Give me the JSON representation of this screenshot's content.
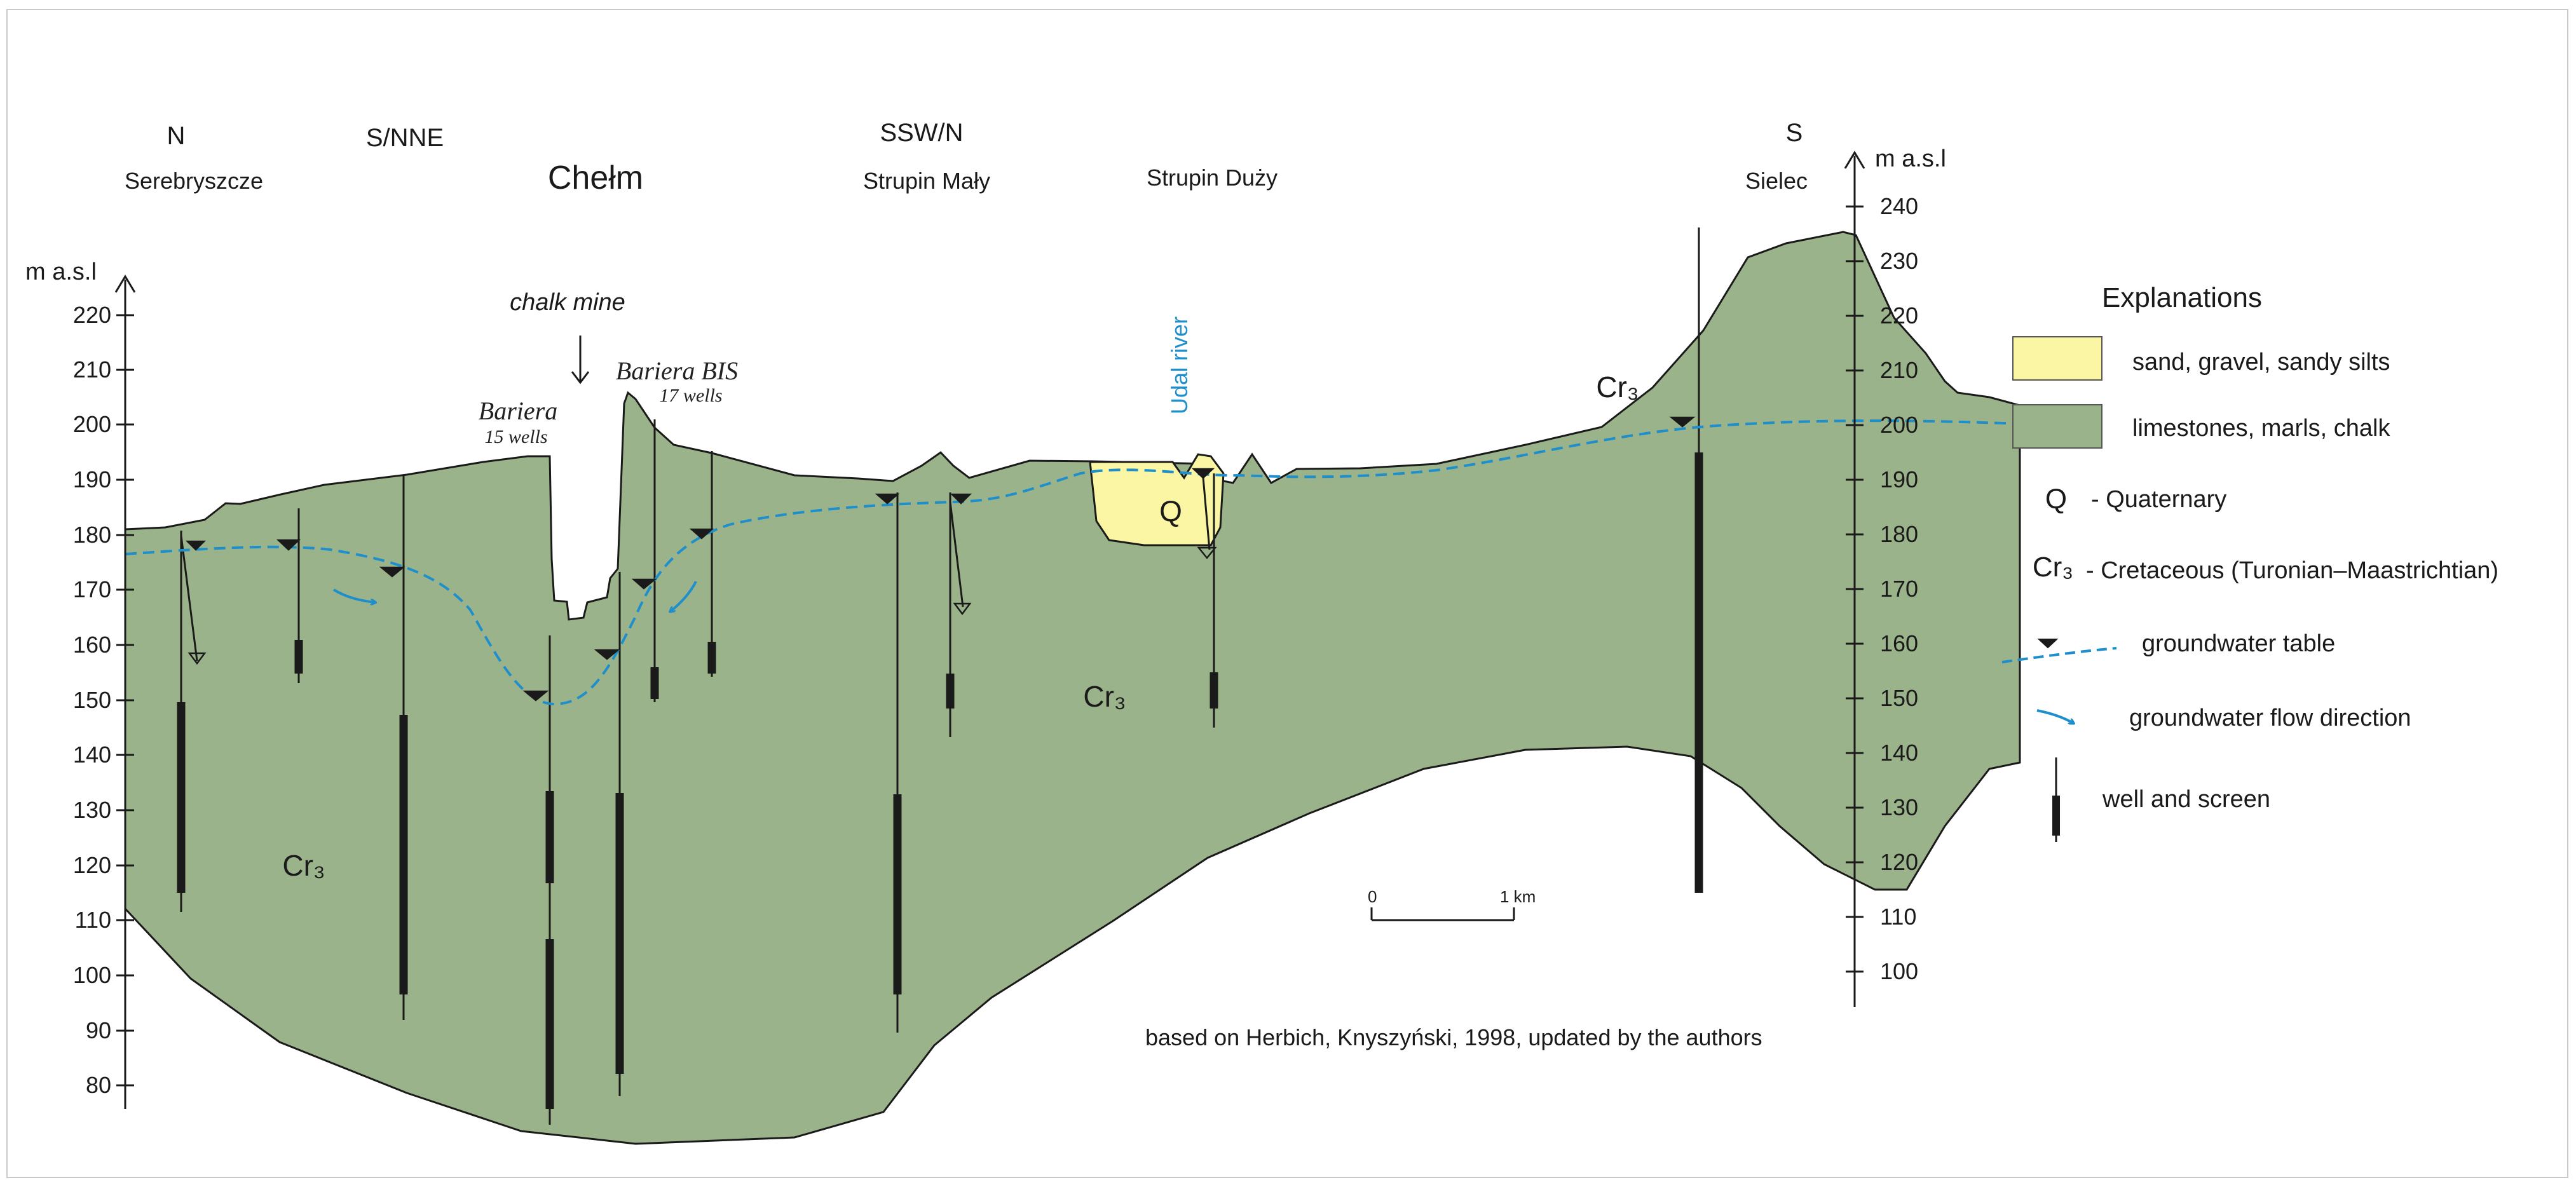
{
  "header": {
    "dir_n": "N",
    "dir_snne": "S/NNE",
    "dir_sswn": "SSW/N",
    "dir_s": "S",
    "place_serebryszcze": "Serebryszcze",
    "place_chelm": "Chełm",
    "place_strupin_maly": "Strupin Mały",
    "place_strupin_duzy": "Strupin Duży",
    "place_sielec": "Sielec"
  },
  "axes": {
    "left": {
      "unit_label": "m a.s.l",
      "ticks": [
        220,
        210,
        200,
        190,
        180,
        170,
        160,
        150,
        140,
        130,
        120,
        110,
        100,
        90,
        80
      ]
    },
    "right": {
      "unit_label": "m a.s.l",
      "ticks": [
        240,
        230,
        220,
        210,
        200,
        190,
        180,
        170,
        160,
        150,
        140,
        130,
        120,
        110,
        100
      ]
    }
  },
  "annotations": {
    "chalk_mine": "chalk mine",
    "bariera": "Bariera",
    "bariera_wells": "15 wells",
    "bariera_bis": "Bariera BIS",
    "bariera_bis_wells": "17 wells",
    "udal_river": "Udal river",
    "q_label": "Q",
    "cr3_left": "Cr₃",
    "cr3_center": "Cr₃",
    "cr3_right": "Cr₃",
    "scale_zero": "0",
    "scale_one": "1 km",
    "source": "based on Herbich, Knyszyński, 1998, updated by the authors"
  },
  "legend": {
    "title": "Explanations",
    "items": [
      {
        "symbol": "sand-swatch",
        "label": "sand, gravel, sandy silts"
      },
      {
        "symbol": "limestone-swatch",
        "label": "limestones, marls, chalk"
      },
      {
        "symbol": "Q",
        "label": "- Quaternary"
      },
      {
        "symbol": "Cr₃",
        "label": "- Cretaceous (Turonian–Maastrichtian)"
      },
      {
        "symbol": "groundwater-table-line",
        "label": "groundwater table"
      },
      {
        "symbol": "flow-arrow",
        "label": "groundwater flow direction"
      },
      {
        "symbol": "well-screen",
        "label": "well and screen"
      }
    ]
  },
  "colors": {
    "limestone": "#9bb38a",
    "sand": "#fbf6a3",
    "water": "#1f8fcc",
    "line": "#1a1a1a"
  }
}
